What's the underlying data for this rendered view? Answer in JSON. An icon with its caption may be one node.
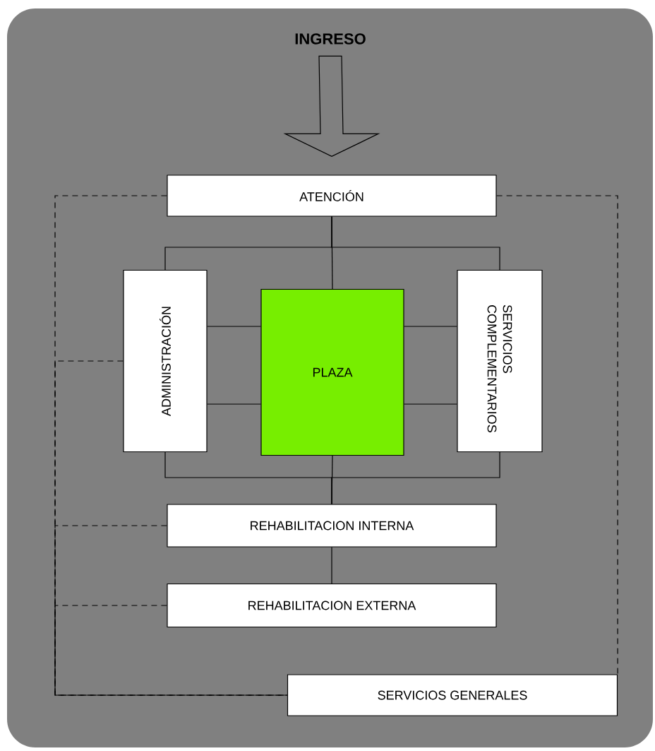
{
  "diagram": {
    "nodes": [
      {
        "text": [
          "INGRESO"
        ]
      },
      {
        "text": [
          "ATENCIÓN"
        ]
      },
      {
        "text": [
          "ADMINISTRACIÓN"
        ]
      },
      {
        "text": [
          "PLAZA"
        ]
      },
      {
        "text": [
          "SERVICIOS COMPLEMENTARIOS"
        ]
      },
      {
        "text": [
          "REHABILITACION INTERNA"
        ]
      },
      {
        "text": [
          "REHABILITACION EXTERNA"
        ]
      },
      {
        "text": [
          "SERVICIOS GENERALES"
        ]
      }
    ],
    "edges": [
      {
        "from": 0,
        "to": 1,
        "arrow": "to"
      },
      {
        "from": 1,
        "to": 2,
        "arrow": "none"
      },
      {
        "from": 1,
        "to": 3,
        "arrow": "none"
      },
      {
        "from": 1,
        "to": 4,
        "arrow": "none"
      },
      {
        "from": 2,
        "to": 3,
        "arrow": "none"
      },
      {
        "from": 2,
        "to": 3,
        "arrow": "none"
      },
      {
        "from": 3,
        "to": 4,
        "arrow": "none"
      },
      {
        "from": 3,
        "to": 4,
        "arrow": "none"
      },
      {
        "from": 2,
        "to": 5,
        "arrow": "none"
      },
      {
        "from": 3,
        "to": 5,
        "arrow": "none"
      },
      {
        "from": 4,
        "to": 5,
        "arrow": "none"
      },
      {
        "from": 5,
        "to": 6,
        "arrow": "none"
      },
      {
        "from": 1,
        "to": 7,
        "arrow": "none",
        "style": "dashed"
      },
      {
        "from": 2,
        "to": 7,
        "arrow": "none",
        "style": "dashed"
      },
      {
        "from": 5,
        "to": 7,
        "arrow": "none",
        "style": "dashed"
      },
      {
        "from": 6,
        "to": 7,
        "arrow": "none",
        "style": "dashed"
      },
      {
        "from": 1,
        "to": 7,
        "arrow": "none",
        "style": "dashed"
      }
    ]
  }
}
